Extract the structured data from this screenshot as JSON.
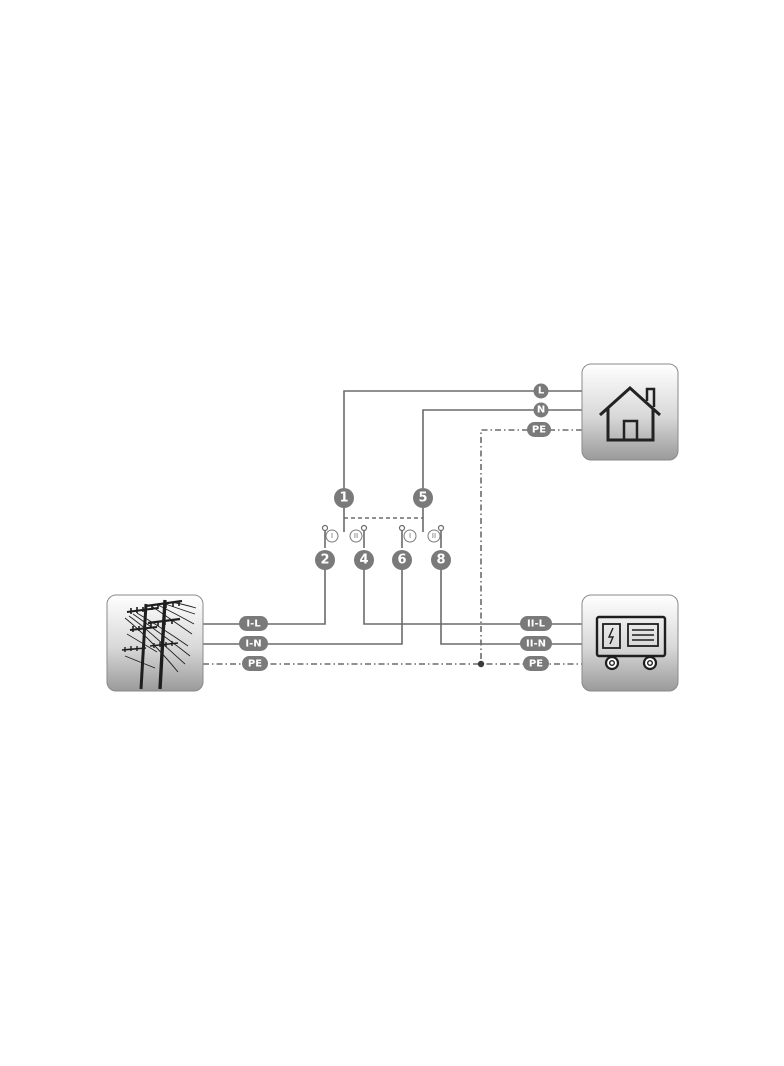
{
  "house_labels": {
    "l": "L",
    "n": "N",
    "pe": "PE"
  },
  "grid_labels": {
    "l": "I-L",
    "n": "I-N",
    "pe": "PE"
  },
  "generator_labels": {
    "l": "II-L",
    "n": "II-N",
    "pe": "PE"
  },
  "switch_terminals": {
    "t1": "1",
    "t2": "2",
    "t4": "4",
    "t5": "5",
    "t6": "6",
    "t8": "8"
  },
  "switch_positions": {
    "p1a": "I",
    "p2a": "II",
    "p1b": "I",
    "p2b": "II"
  },
  "icons": {
    "house": "house-icon",
    "grid": "power-pole-icon",
    "generator": "generator-icon"
  },
  "colors": {
    "line": "#6b6b6b",
    "label_fill": "#7a7a7a",
    "box_top": "#ffffff",
    "box_bottom": "#9a9a9a"
  }
}
